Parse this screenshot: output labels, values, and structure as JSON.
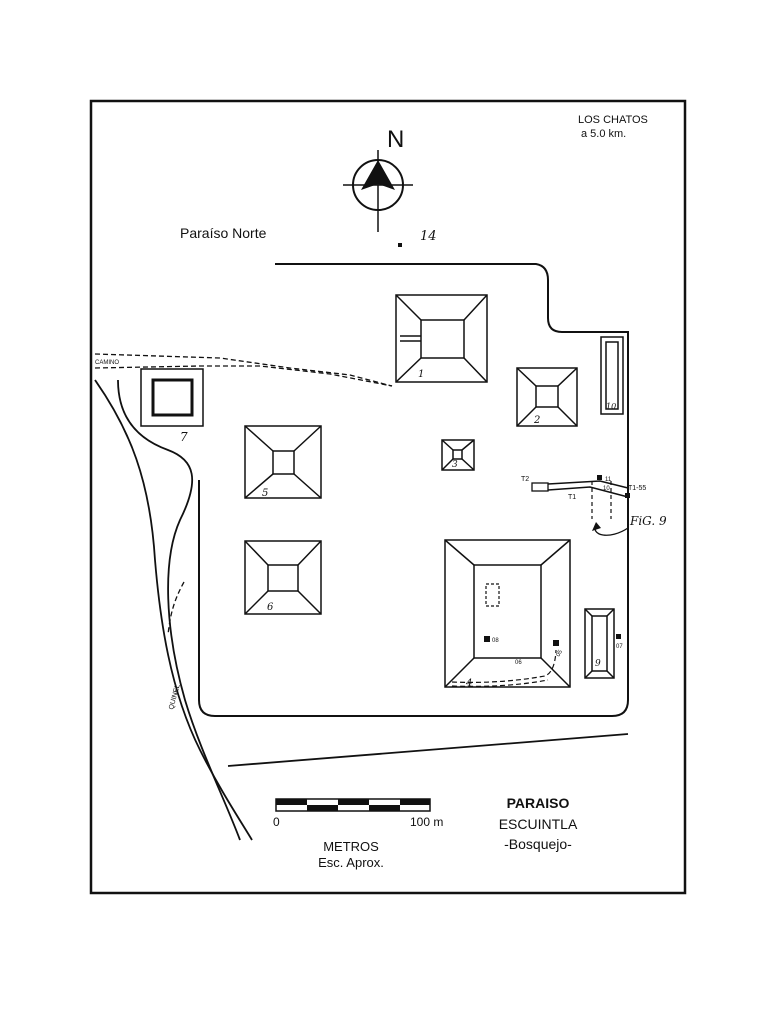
{
  "corner_note": {
    "line1": "LOS CHATOS",
    "line2": "a 5.0 km."
  },
  "north": {
    "letter": "N"
  },
  "paraiso_norte": "Paraíso Norte",
  "road_label": "CAMINO",
  "river_label": "QUINEL",
  "structures": [
    {
      "id": "1",
      "label": "1"
    },
    {
      "id": "2",
      "label": "2"
    },
    {
      "id": "3",
      "label": "3"
    },
    {
      "id": "4",
      "label": "4"
    },
    {
      "id": "5",
      "label": "5"
    },
    {
      "id": "6",
      "label": "6"
    },
    {
      "id": "7",
      "label": "7"
    },
    {
      "id": "9",
      "label": "9"
    },
    {
      "id": "10",
      "label": "10"
    },
    {
      "id": "14",
      "label": "14"
    }
  ],
  "excavations": {
    "t1": "T1",
    "t2": "T2",
    "t1_55": "T1-55",
    "e11": "11",
    "e10": "10",
    "e08": "08",
    "e06": "06",
    "e05": "05",
    "e07": "07"
  },
  "figure_ref": "FiG. 9",
  "scale": {
    "zero": "0",
    "max": "100 m",
    "unit": "METROS",
    "note": "Esc. Aprox."
  },
  "title": {
    "line1": "PARAISO",
    "line2": "ESCUINTLA",
    "line3": "-Bosquejo-"
  },
  "colors": {
    "ink": "#111111",
    "paper": "#ffffff"
  }
}
